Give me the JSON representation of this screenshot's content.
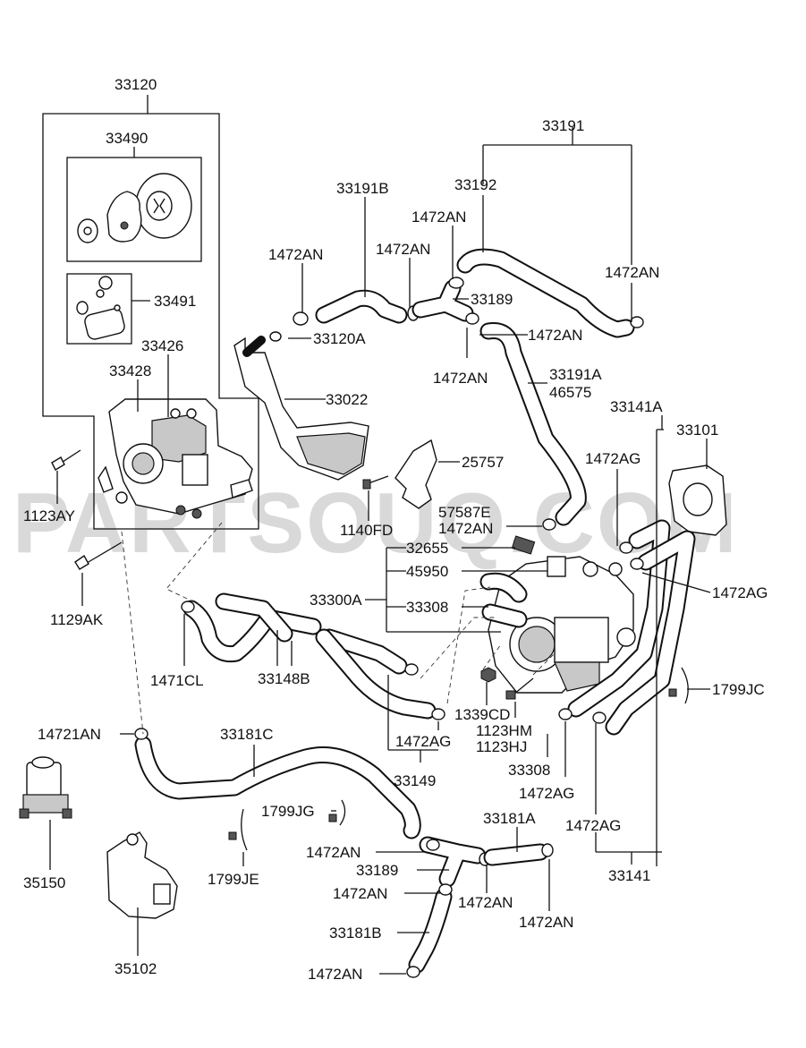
{
  "watermark": "PARTSOUQ.COM",
  "labels": {
    "l33120": "33120",
    "l33490": "33490",
    "l33491": "33491",
    "l33426": "33426",
    "l33428": "33428",
    "l1123AY": "1123AY",
    "l1129AK": "1129AK",
    "l33191": "33191",
    "l33191B": "33191B",
    "l33192": "33192",
    "l1472AN_a": "1472AN",
    "l1472AN_b": "1472AN",
    "l1472AN_c": "1472AN",
    "l1472AN_d": "1472AN",
    "l33189_a": "33189",
    "l1472AN_e": "1472AN",
    "l33120A": "33120A",
    "l1472AN_f": "1472AN",
    "l33022": "33022",
    "l33191A": "33191A",
    "l46575": "46575",
    "l33141A": "33141A",
    "l33101": "33101",
    "l1472AG_a": "1472AG",
    "l25757": "25757",
    "l1140FD": "1140FD",
    "l57587E": "57587E",
    "l1472AN_g": "1472AN",
    "l32655": "32655",
    "l45950": "45950",
    "l33300A": "33300A",
    "l33308_a": "33308",
    "l1472AG_b": "1472AG",
    "l1471CL": "1471CL",
    "l33148B": "33148B",
    "l1799JC": "1799JC",
    "l1339CD": "1339CD",
    "l1123HM": "1123HM",
    "l1123HJ": "1123HJ",
    "l1472AG_c": "1472AG",
    "l33149": "33149",
    "l33308_b": "33308",
    "l1472AG_d": "1472AG",
    "l1472AG_e": "1472AG",
    "l33141": "33141",
    "l14721AN": "14721AN",
    "l33181C": "33181C",
    "l1799JG": "1799JG",
    "l1472AN_h": "1472AN",
    "l33181A": "33181A",
    "l33189_b": "33189",
    "l1472AN_i": "1472AN",
    "l1472AN_j": "1472AN",
    "l1472AN_k": "1472AN",
    "l1799JE": "1799JE",
    "l35150": "35150",
    "l33181B": "33181B",
    "l1472AN_l": "1472AN",
    "l35102": "35102"
  }
}
